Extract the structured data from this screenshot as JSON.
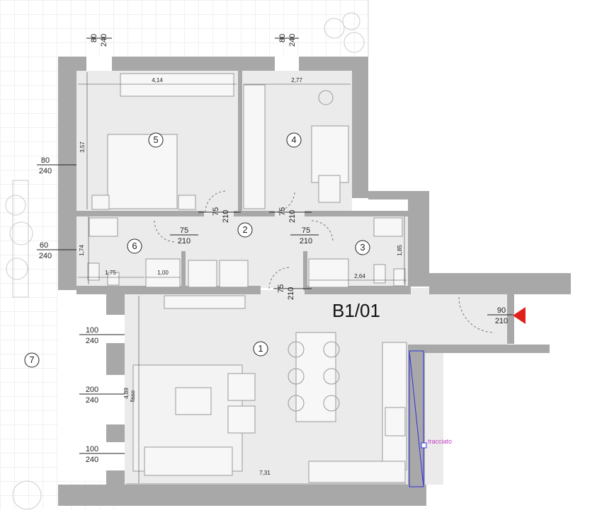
{
  "unit_label": "B1/01",
  "rooms": [
    {
      "number": "1"
    },
    {
      "number": "2"
    },
    {
      "number": "3"
    },
    {
      "number": "4"
    },
    {
      "number": "5"
    },
    {
      "number": "6"
    },
    {
      "number": "7"
    }
  ],
  "openings": {
    "win_room5": {
      "w": "80",
      "h": "240"
    },
    "win_room4": {
      "w": "80",
      "h": "240"
    },
    "win_room5_side": {
      "w": "80",
      "h": "240"
    },
    "win_room6": {
      "w": "60",
      "h": "240"
    },
    "door_room5": {
      "w": "75",
      "h": "210"
    },
    "door_room4": {
      "w": "75",
      "h": "210"
    },
    "door_room6": {
      "w": "75",
      "h": "210"
    },
    "door_room3": {
      "w": "75",
      "h": "210"
    },
    "door_living": {
      "w": "75",
      "h": "210"
    },
    "door_entry": {
      "w": "90",
      "h": "210"
    },
    "win_living_1": {
      "w": "100",
      "h": "240"
    },
    "win_living_2": {
      "w": "200",
      "h": "240"
    },
    "win_living_3": {
      "w": "100",
      "h": "240"
    }
  },
  "dimensions": {
    "room5_width": "4,14",
    "room4_width": "2,77",
    "room5_depth": "3,57",
    "room6_depth": "1,74",
    "room6_w1": "1,75",
    "room6_w2": "1,00",
    "room3_width": "2,64",
    "room3_depth": "1,85",
    "living_width": "7,31",
    "living_depth": "4,89",
    "living_depth_note": "fisso"
  },
  "annotation": "tracciato",
  "colors": {
    "wall": "#a8a8a8",
    "floor": "#ebebeb",
    "entry_arrow": "#e0201a",
    "annotation": "#c040c0",
    "selection": "#3030e0"
  }
}
